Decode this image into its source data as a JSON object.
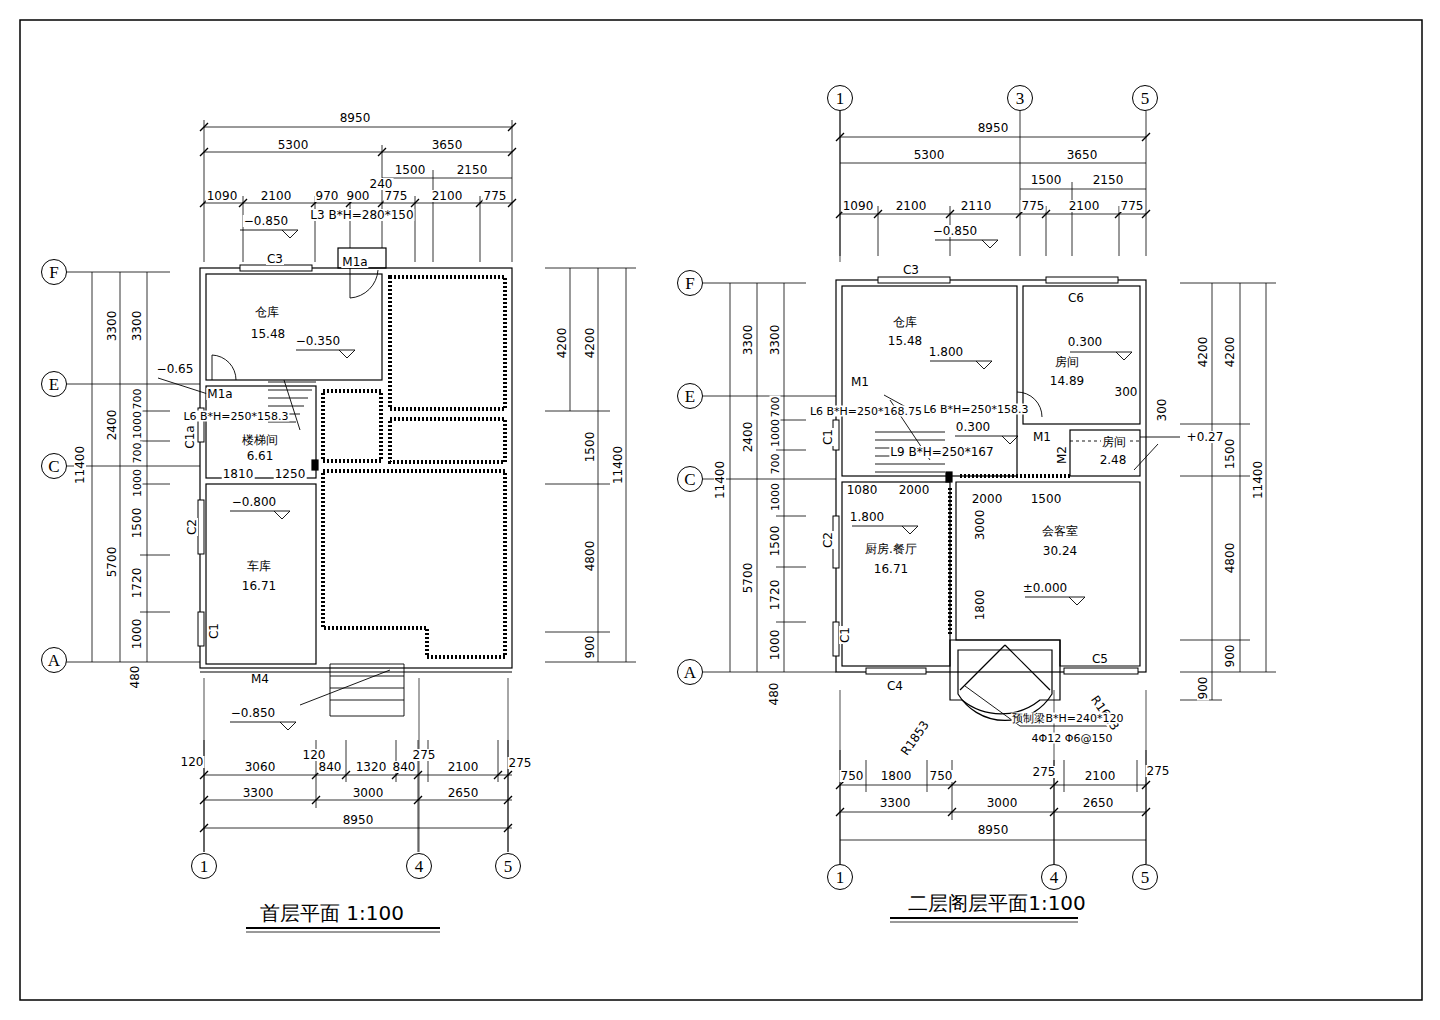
{
  "diagram": {
    "nodes": [
      {
        "text": [
          "F"
        ]
      },
      {
        "text": [
          "E"
        ]
      },
      {
        "text": [
          "C"
        ]
      },
      {
        "text": [
          "A"
        ]
      },
      {
        "text": [
          "1"
        ]
      },
      {
        "text": [
          "4"
        ]
      },
      {
        "text": [
          "5"
        ]
      },
      {
        "text": [
          "1"
        ]
      },
      {
        "text": [
          "3"
        ]
      },
      {
        "text": [
          "5"
        ]
      },
      {
        "text": [
          "F"
        ]
      },
      {
        "text": [
          "E"
        ]
      },
      {
        "text": [
          "C"
        ]
      },
      {
        "text": [
          "A"
        ]
      },
      {
        "text": [
          "1"
        ]
      },
      {
        "text": [
          "4"
        ]
      },
      {
        "text": [
          "5"
        ]
      }
    ],
    "labels": [
      "8950",
      "5300",
      "3650",
      "1500",
      "2150",
      "240",
      "1090",
      "2100",
      "970",
      "900",
      "775",
      "2100",
      "775",
      "−0.850",
      "L3 B*H=280*150",
      "C3",
      "M1a",
      "仓库",
      "15.48",
      "−0.350",
      "−0.65",
      "M1a",
      "L6 B*H=250*158.3",
      "C1a",
      "楼梯间",
      "6.61",
      "1810",
      "1250",
      "−0.800",
      "C2",
      "车库",
      "16.71",
      "C1",
      "M4",
      "−0.850",
      "120",
      "120",
      "3060",
      "840",
      "1320",
      "840",
      "275",
      "2100",
      "275",
      "3300",
      "3000",
      "2650",
      "8950",
      "11400",
      "3300",
      "3300",
      "2400",
      "5700",
      "700",
      "1000",
      "700",
      "1000",
      "1500",
      "1720",
      "1000",
      "480",
      "4200",
      "4200",
      "1500",
      "11400",
      "4800",
      "900",
      "首层平面 1:100",
      "8950",
      "5300",
      "3650",
      "1500",
      "2150",
      "1090",
      "2100",
      "2110",
      "775",
      "2100",
      "775",
      "−0.850",
      "C3",
      "C6",
      "仓库",
      "15.48",
      "1.800",
      "0.300",
      "房间",
      "14.89",
      "300",
      "M1",
      "L6 B*H=250*168.75",
      "L6 B*H=250*158.3",
      "C1",
      "0.300",
      "M1",
      "房间",
      "2.48",
      "M2",
      "300",
      "+0.27",
      "L9 B*H=250*167",
      "1080",
      "2000",
      "2000",
      "1500",
      "1.800",
      "C2",
      "厨房.餐厅",
      "16.71",
      "会客室",
      "30.24",
      "3000",
      "±0.000",
      "1800",
      "C1",
      "C4",
      "C5",
      "R1853",
      "R1613",
      "预制梁B*H=240*120",
      "4Φ12 Φ6@150",
      "750",
      "1800",
      "750",
      "275",
      "2100",
      "275",
      "3300",
      "3000",
      "2650",
      "8950",
      "11400",
      "3300",
      "3300",
      "2400",
      "5700",
      "700",
      "1000",
      "700",
      "1000",
      "1500",
      "1720",
      "1000",
      "480",
      "4200",
      "4200",
      "1500",
      "11400",
      "4800",
      "900",
      "900",
      "二层阁层平面1:100"
    ]
  }
}
